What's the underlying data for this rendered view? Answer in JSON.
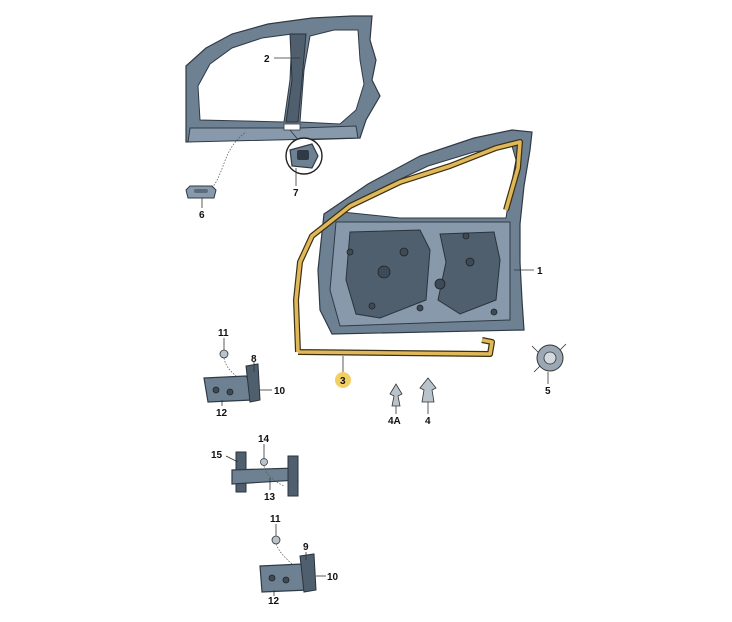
{
  "callouts": {
    "c1": "1",
    "c2": "2",
    "c3": "3",
    "c4": "4",
    "c4a": "4A",
    "c5": "5",
    "c6": "6",
    "c7": "7",
    "c8": "8",
    "c9": "9",
    "c10a": "10",
    "c10b": "10",
    "c11a": "11",
    "c11b": "11",
    "c12a": "12",
    "c12b": "12",
    "c13": "13",
    "c14": "14",
    "c15": "15"
  },
  "colors": {
    "panel": "#6e8193",
    "seal": "#e0b85a",
    "highlight_circle": "#f2cf63"
  }
}
